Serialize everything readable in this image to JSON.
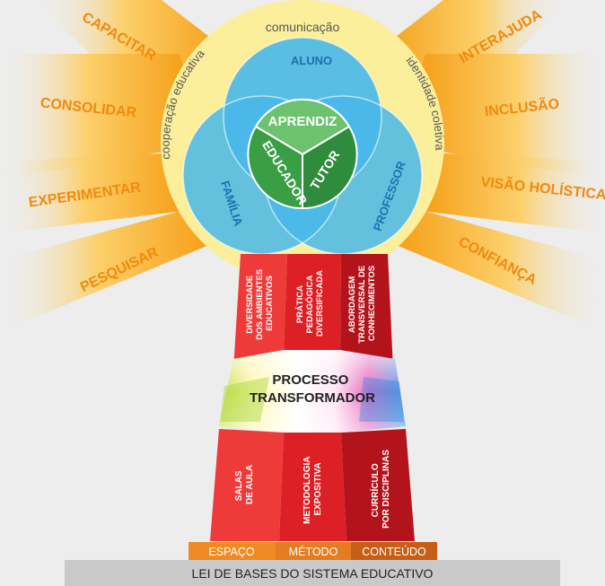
{
  "rays": {
    "left": [
      "CAPACITAR",
      "CONSOLIDAR",
      "EXPERIMENTAR",
      "PESQUISAR"
    ],
    "right": [
      "INTERAJUDA",
      "INCLUSÃO",
      "VISÃO HOLÍSTICA",
      "CONFIANÇA"
    ]
  },
  "outer_ring": {
    "top": "comunicação",
    "left": "cooperação educativa",
    "right": "identidade coletiva"
  },
  "venn": {
    "top": "ALUNO",
    "left": "FAMÍLIA",
    "right": "PROFESSOR"
  },
  "core": {
    "top": "APRENDIZ",
    "left": "EDUCADOR",
    "right": "TUTOR"
  },
  "upper_columns": [
    [
      "DIVERSIDADE",
      "DOS AMBIENTES",
      "EDUCATIVOS"
    ],
    [
      "PRÁTICA",
      "PEDAGÓGICA",
      "DIVERSIFICADA"
    ],
    [
      "ABORDAGEM",
      "TRANSVERSAL DE",
      "CONHECIMENTOS"
    ]
  ],
  "process": [
    "PROCESSO",
    "TRANSFORMADOR"
  ],
  "lower_columns": [
    [
      "SALAS",
      "DE AULA"
    ],
    [
      "METODOLOGIA",
      "EXPOSITIVA"
    ],
    [
      "CURRÍCULO",
      "POR DISCIPLINAS"
    ]
  ],
  "base_labels": [
    "ESPAÇO",
    "MÉTODO",
    "CONTEÚDO"
  ],
  "foundation": "LEI DE BASES DO SISTEMA EDUCATIVO",
  "colors": {
    "ray": "#f7a51e",
    "ray_text": "#f08a10",
    "ring": "#fbef9c",
    "venn": "#48b8ea",
    "venn_text": "#1f6fae",
    "core_top": "#6cc26f",
    "core_left": "#3a9e45",
    "core_right": "#2e8c3c",
    "red_light": "#ef3a3a",
    "red_mid": "#dd1f26",
    "red_dark": "#b3141c",
    "base_orange": "#ef8a22",
    "base_mid": "#e57c20",
    "base_dark": "#c55f18",
    "foundation": "#c9c9c9"
  },
  "icons": [
    "sunburst-icon"
  ]
}
